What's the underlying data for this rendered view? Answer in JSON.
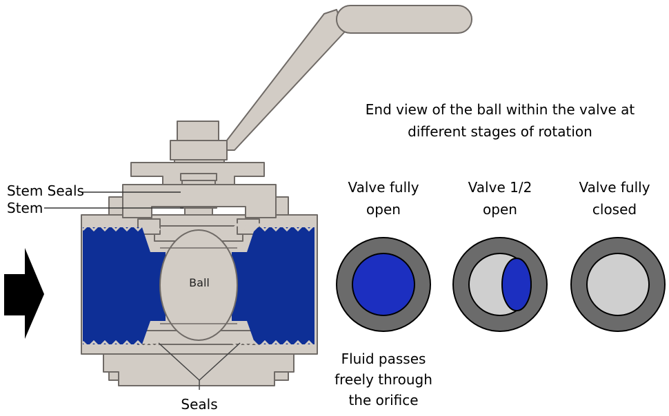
{
  "labels": {
    "stem_seals": "Stem Seals",
    "stem": "Stem",
    "ball": "Ball",
    "seals": "Seals",
    "heading_line1": "End view of the ball within the valve at",
    "heading_line2": "different stages of rotation",
    "fully_open_line1": "Valve fully",
    "fully_open_line2": "open",
    "half_open_line1": "Valve 1/2",
    "half_open_line2": "open",
    "fully_closed_line1": "Valve fully",
    "fully_closed_line2": "closed",
    "fluid_line1": "Fluid passes",
    "fluid_line2": "freely through",
    "fluid_line3": "the orifice"
  },
  "colors": {
    "steel": "#d2ccc5",
    "steel_outline": "#6f6a66",
    "fluid_blue": "#0e2f96",
    "orifice_blue": "#1c2fc0",
    "ring_gray": "#6b6b6b",
    "ball_face_gray": "#cfcfcf",
    "flow_arrow": "#000000"
  },
  "icons": {
    "flow_arrow": "right-arrow-icon"
  }
}
